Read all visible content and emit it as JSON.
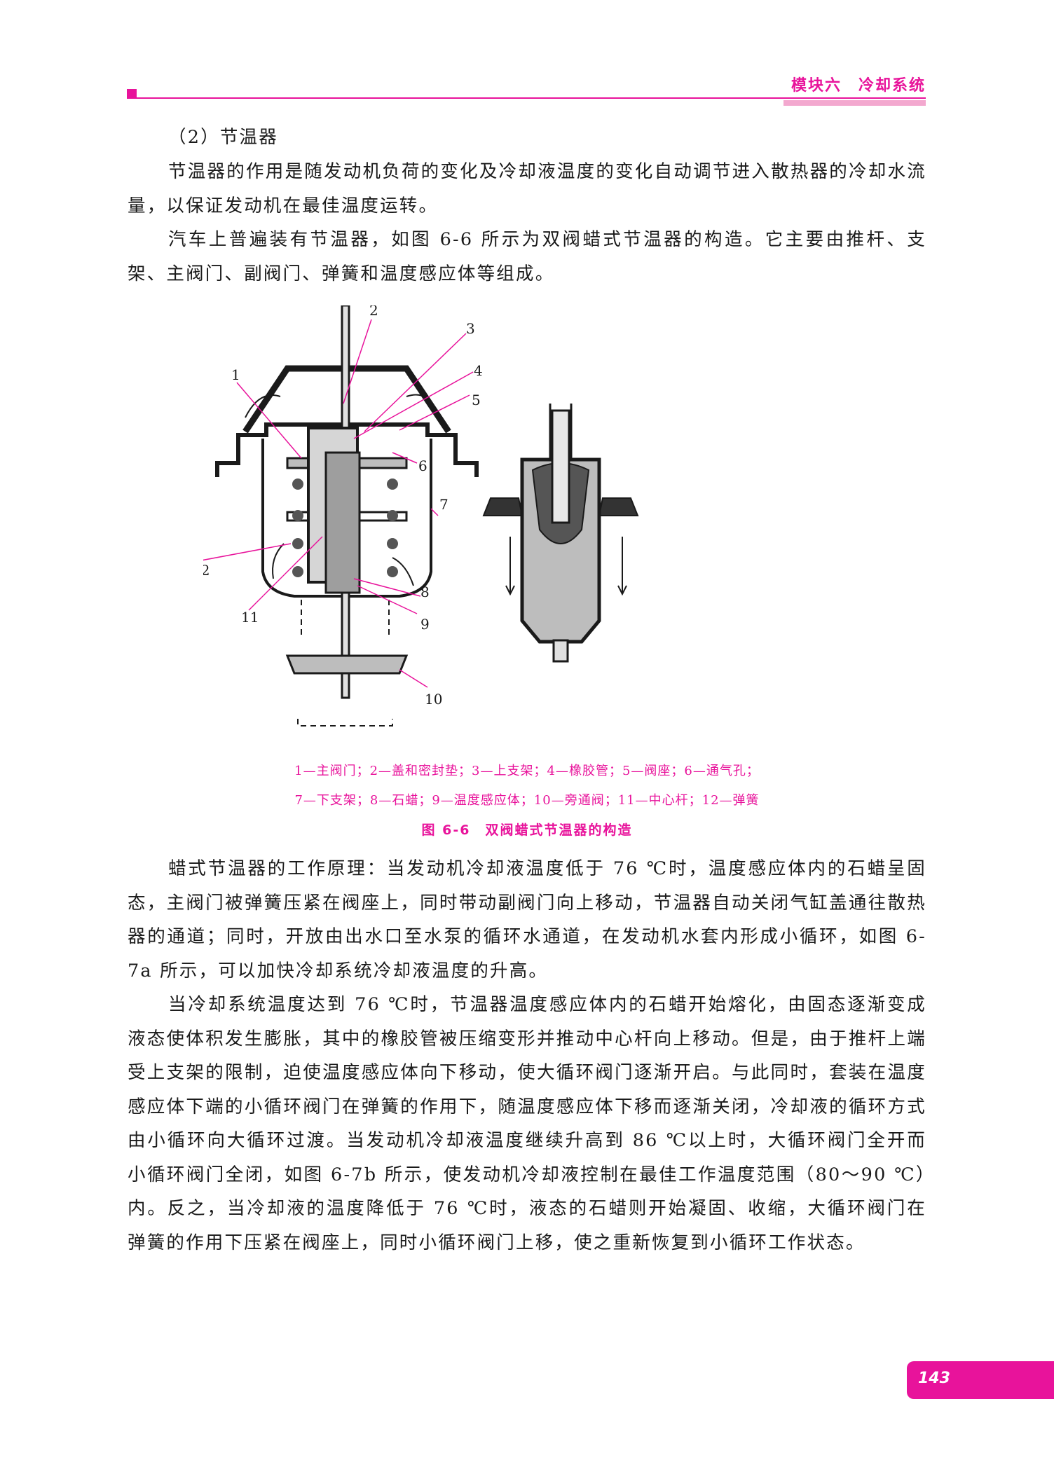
{
  "header": {
    "title": "模块六　冷却系统"
  },
  "section_heading": "（2）节温器",
  "intro_paragraphs": [
    "节温器的作用是随发动机负荷的变化及冷却液温度的变化自动调节进入散热器的冷却水流量，以保证发动机在最佳温度运转。",
    "汽车上普遍装有节温器，如图 6-6 所示为双阀蜡式节温器的构造。它主要由推杆、支架、主阀门、副阀门、弹簧和温度感应体等组成。"
  ],
  "figure": {
    "part_numbers": [
      "1",
      "2",
      "3",
      "4",
      "5",
      "6",
      "7",
      "8",
      "9",
      "10",
      "11",
      "12"
    ],
    "caption_line1": "1—主阀门；2—盖和密封垫；3—上支架；4—橡胶管；5—阀座；6—通气孔；",
    "caption_line2": "7—下支架；8—石蜡；9—温度感应体；10—旁通阀；11—中心杆；12—弹簧",
    "title": "图 6-6　双阀蜡式节温器的构造"
  },
  "body_paragraphs": [
    "蜡式节温器的工作原理：当发动机冷却液温度低于 76 ℃时，温度感应体内的石蜡呈固态，主阀门被弹簧压紧在阀座上，同时带动副阀门向上移动，节温器自动关闭气缸盖通往散热器的通道；同时，开放由出水口至水泵的循环水通道，在发动机水套内形成小循环，如图 6-7a 所示，可以加快冷却系统冷却液温度的升高。",
    "当冷却系统温度达到 76 ℃时，节温器温度感应体内的石蜡开始熔化，由固态逐渐变成液态使体积发生膨胀，其中的橡胶管被压缩变形并推动中心杆向上移动。但是，由于推杆上端受上支架的限制，迫使温度感应体向下移动，使大循环阀门逐渐开启。与此同时，套装在温度感应体下端的小循环阀门在弹簧的作用下，随温度感应体下移而逐渐关闭，冷却液的循环方式由小循环向大循环过渡。当发动机冷却液温度继续升高到 86 ℃以上时，大循环阀门全开而小循环阀门全闭，如图 6-7b 所示，使发动机冷却液控制在最佳工作温度范围（80～90 ℃）内。反之，当冷却液的温度降低于 76 ℃时，液态的石蜡则开始凝固、收缩，大循环阀门在弹簧的作用下压紧在阀座上，同时小循环阀门上移，使之重新恢复到小循环工作状态。"
  ],
  "page_number": "143",
  "colors": {
    "accent": "#e8139b",
    "accent_light": "#f3a8cf"
  }
}
